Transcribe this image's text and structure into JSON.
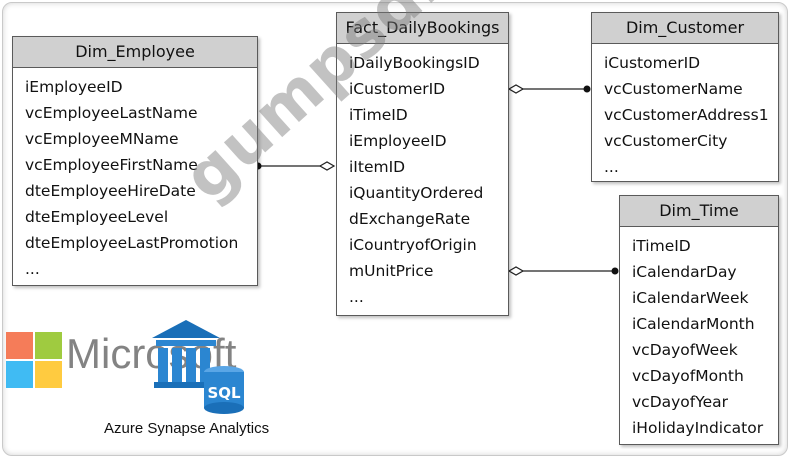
{
  "entities": {
    "dim_employee": {
      "title": "Dim_Employee",
      "fields": [
        "iEmployeeID",
        "vcEmployeeLastName",
        "vcEmployeeMName",
        "vcEmployeeFirstName",
        "dteEmployeeHireDate",
        "dteEmployeeLevel",
        "dteEmployeeLastPromotion",
        "..."
      ]
    },
    "fact_dailybookings": {
      "title": "Fact_DailyBookings",
      "fields": [
        "iDailyBookingsID",
        "iCustomerID",
        "iTimeID",
        "iEmployeeID",
        "iItemID",
        "iQuantityOrdered",
        "dExchangeRate",
        "iCountryofOrigin",
        "mUnitPrice",
        "..."
      ]
    },
    "dim_customer": {
      "title": "Dim_Customer",
      "fields": [
        "iCustomerID",
        "vcCustomerName",
        "vcCustomerAddress1",
        "vcCustomerCity",
        "..."
      ]
    },
    "dim_time": {
      "title": "Dim_Time",
      "fields": [
        "iTimeID",
        "iCalendarDay",
        "iCalendarWeek",
        "iCalendarMonth",
        "vcDayofWeek",
        "vcDayofMonth",
        "vcDayofYear",
        "iHolidayIndicator"
      ]
    }
  },
  "branding": {
    "logo_word": "Microsoft",
    "product_caption": "Azure Synapse Analytics",
    "icon_label": "SQL",
    "logo_colors": [
      "#f25022",
      "#7fba00",
      "#00a4ef",
      "#ffb900"
    ]
  },
  "watermark": "gumpsdb.com"
}
